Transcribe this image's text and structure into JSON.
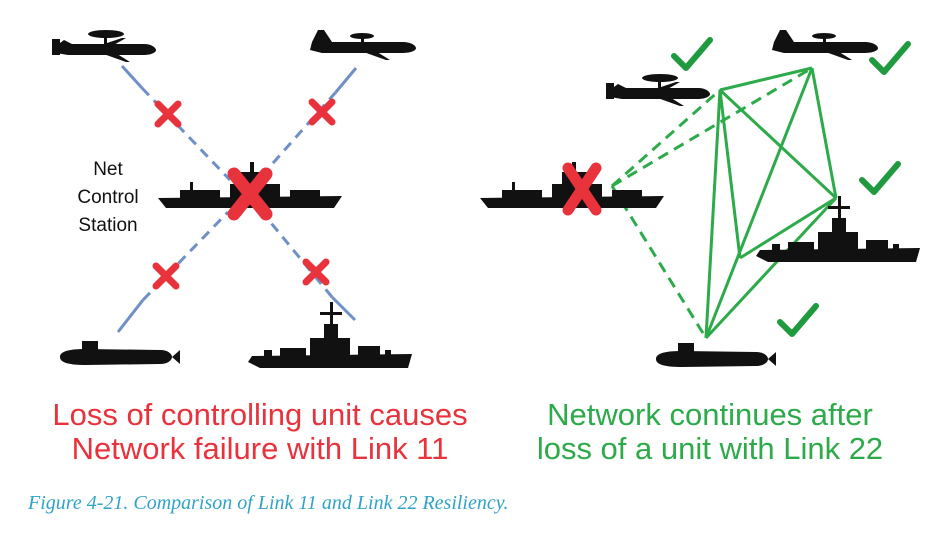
{
  "diagram": {
    "net_control_label": [
      "Net",
      "Control",
      "Station"
    ],
    "left_caption": [
      "Loss of controlling unit causes",
      "Network failure with Link 11"
    ],
    "right_caption": [
      "Network continues after",
      "loss of a unit with Link 22"
    ],
    "figure_caption": "Figure 4-21. Comparison of Link 11 and Link 22 Resiliency.",
    "colors": {
      "failure_red": "#e8323c",
      "success_green": "#2daa4a",
      "link11_blue": "#6f8fc8",
      "caption_cyan": "#2fa3c8",
      "silhouette": "#111111"
    },
    "icons": [
      "awacs-aircraft-icon",
      "aircraft-icon",
      "ship-icon",
      "submarine-icon",
      "destroyer-icon",
      "x-mark-icon",
      "checkmark-icon"
    ]
  }
}
